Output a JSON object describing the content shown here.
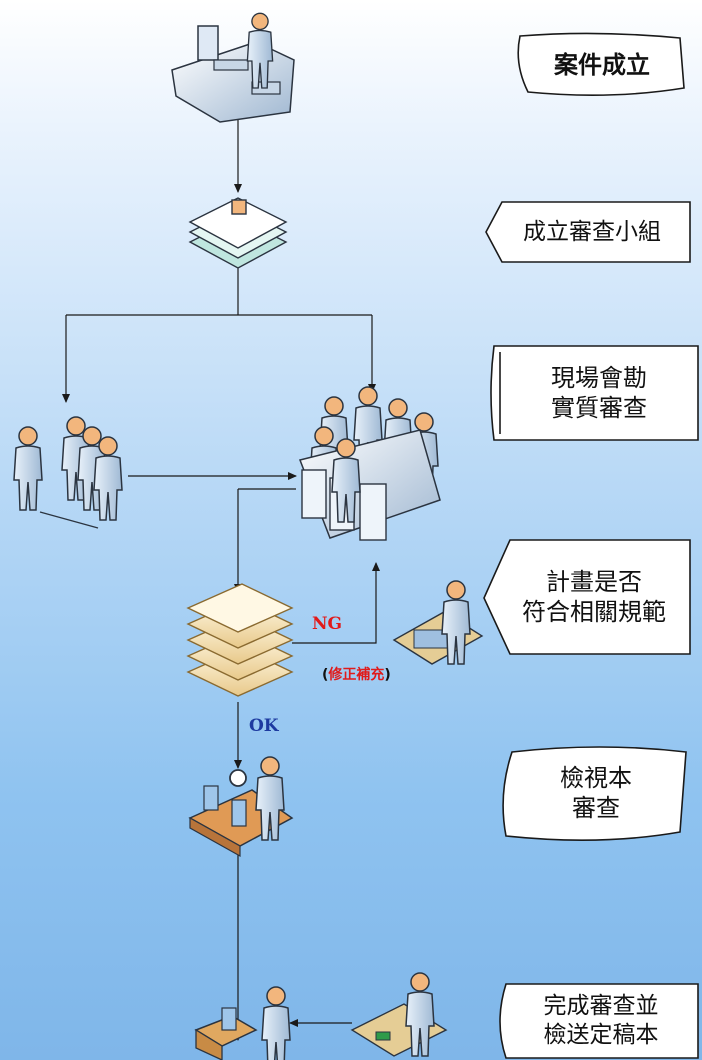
{
  "steps": [
    {
      "id": "case",
      "label": "案件成立"
    },
    {
      "id": "team",
      "label": "成立審查小組"
    },
    {
      "id": "site",
      "line1": "現場會勘",
      "line2": "實質審查"
    },
    {
      "id": "check",
      "line1": "計畫是否",
      "line2": "符合相關規範"
    },
    {
      "id": "review",
      "line1": "檢視本",
      "line2": "審查"
    },
    {
      "id": "final",
      "line1": "完成審查並",
      "line2": "檢送定稿本"
    }
  ],
  "branch_labels": {
    "ng": "NG",
    "ok": "OK",
    "revise_open": "(",
    "revise": "修正補充",
    "revise_close": ")"
  },
  "colors": {
    "person_body": "#c6d8ea",
    "person_head": "#f2b67d",
    "outline": "#2b3440",
    "paper": "#f6e7c2",
    "paper_edge": "#c79a4a",
    "conveyor": "#d08a4a"
  }
}
